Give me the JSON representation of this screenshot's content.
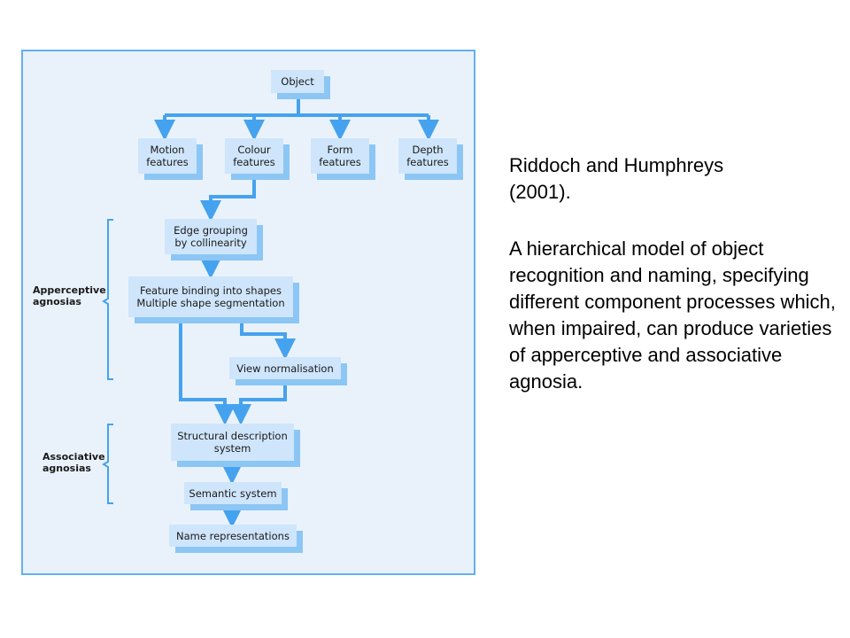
{
  "diagram": {
    "boxes": {
      "object": "Object",
      "motion": "Motion\nfeatures",
      "colour": "Colour\nfeatures",
      "form": "Form\nfeatures",
      "depth": "Depth\nfeatures",
      "edge": "Edge grouping\nby collinearity",
      "binding": "Feature binding into shapes\nMultiple shape segmentation",
      "view": "View normalisation",
      "structural": "Structural description\nsystem",
      "semantic": "Semantic system",
      "name": "Name representations"
    },
    "side_labels": {
      "apperceptive": "Apperceptive\nagnosias",
      "associative": "Associative\nagnosias"
    },
    "colors": {
      "background": "#e9f2fb",
      "border": "#63b0ee",
      "box": "#cfe5fb",
      "shadow": "#8cc6f4",
      "arrow": "#45a2ee",
      "bracket": "#45a2ee"
    }
  },
  "caption": {
    "citation": "Riddoch and Humphreys (2001).",
    "description": "A hierarchical model of object recognition and naming, specifying different component processes which, when impaired, can produce varieties of apperceptive and associative agnosia."
  }
}
